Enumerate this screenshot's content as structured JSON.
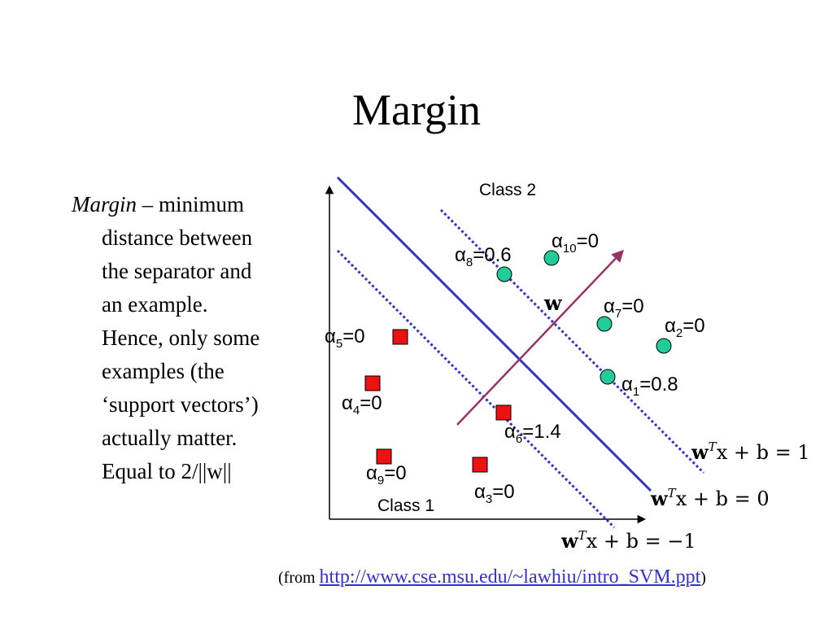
{
  "slide": {
    "title": "Margin",
    "bullet": {
      "term": "Margin",
      "dash": " – ",
      "lines": [
        "minimum",
        "distance between",
        "the separator and",
        "an example.",
        "Hence, only some",
        "examples (the",
        "‘support vectors’)",
        "actually matter.",
        "Equal to 2/||w||"
      ]
    },
    "source": {
      "open": "(from ",
      "link": "http://www.cse.msu.edu/~lawhiu/intro_SVM.ppt",
      "close": ")"
    }
  },
  "diagram": {
    "class2_label": "Class 2",
    "class1_label": "Class 1",
    "w_label": "w",
    "eq_plus": {
      "lhs": "w",
      "sup": "T",
      "rhs": "x + b = 1"
    },
    "eq_zero": {
      "lhs": "w",
      "sup": "T",
      "rhs": "x + b = 0"
    },
    "eq_minus": {
      "lhs": "w",
      "sup": "T",
      "rhs": "x + b = −1"
    },
    "colors": {
      "separator": "#3333bb",
      "margin": "#3333cc",
      "arrow": "#993366",
      "class2_fill": "#22cc99",
      "class1_fill": "#ee1111"
    },
    "alphas": [
      {
        "sym": "α",
        "sub": "1",
        "val": "=0.8"
      },
      {
        "sym": "α",
        "sub": "2",
        "val": "=0"
      },
      {
        "sym": "α",
        "sub": "3",
        "val": "=0"
      },
      {
        "sym": "α",
        "sub": "4",
        "val": "=0"
      },
      {
        "sym": "α",
        "sub": "5",
        "val": "=0"
      },
      {
        "sym": "α",
        "sub": "6",
        "val": "=1.4"
      },
      {
        "sym": "α",
        "sub": "7",
        "val": "=0"
      },
      {
        "sym": "α",
        "sub": "8",
        "val": "=0.6"
      },
      {
        "sym": "α",
        "sub": "9",
        "val": "=0"
      },
      {
        "sym": "α",
        "sub": "10",
        "val": "=0"
      }
    ]
  }
}
